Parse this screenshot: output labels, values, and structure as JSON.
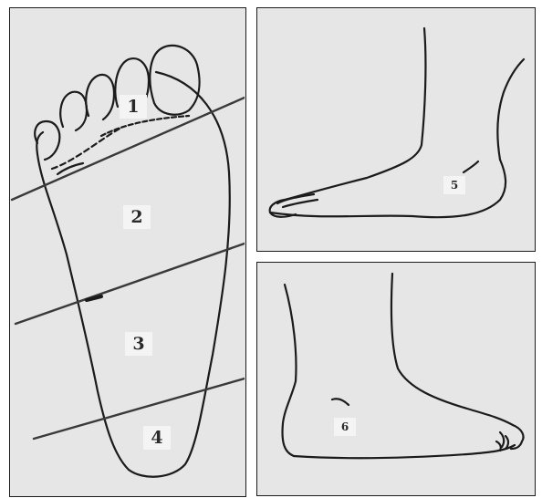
{
  "zones": {
    "z1": "1",
    "z2": "2",
    "z3": "3",
    "z4": "4",
    "z5": "5",
    "z6": "6"
  },
  "colors": {
    "panel_bg": "#e6e6e6",
    "ink": "#1b1b1b",
    "divider": "#3a3a3a",
    "label_bg": "#f4f4f4"
  }
}
